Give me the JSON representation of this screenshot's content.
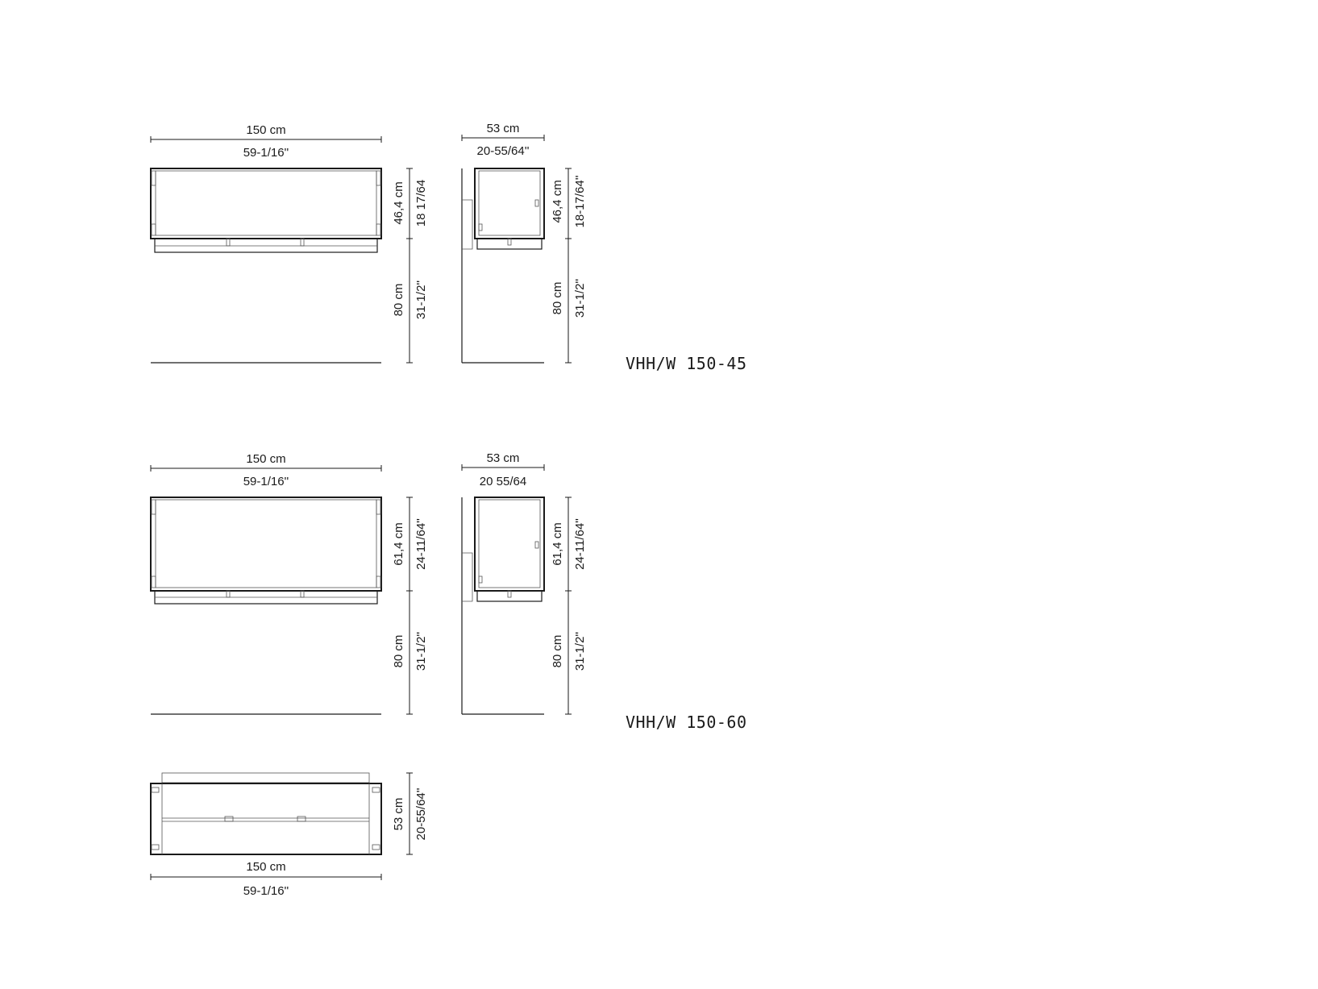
{
  "drawings": [
    {
      "model": "VHH/W 150-45",
      "front": {
        "width_cm": "150 cm",
        "width_in": "59-1/16''",
        "height_cm": "46,4 cm",
        "height_in": "18 17/64",
        "leg_cm": "80 cm",
        "leg_in": "31-1/2''"
      },
      "side": {
        "depth_cm": "53 cm",
        "depth_in": "20-55/64''",
        "height_cm": "46,4 cm",
        "height_in": "18-17/64''",
        "leg_cm": "80 cm",
        "leg_in": "31-1/2''"
      }
    },
    {
      "model": "VHH/W 150-60",
      "front": {
        "width_cm": "150 cm",
        "width_in": "59-1/16''",
        "height_cm": "61,4 cm",
        "height_in": "24-11/64''",
        "leg_cm": "80 cm",
        "leg_in": "31-1/2''"
      },
      "side": {
        "depth_cm": "53 cm",
        "depth_in": "20 55/64",
        "height_cm": "61,4 cm",
        "height_in": "24-11/64''",
        "leg_cm": "80 cm",
        "leg_in": "31-1/2''"
      }
    }
  ],
  "plan": {
    "width_cm": "150 cm",
    "width_in": "59-1/16''",
    "depth_cm": "53 cm",
    "depth_in": "20-55/64''"
  }
}
